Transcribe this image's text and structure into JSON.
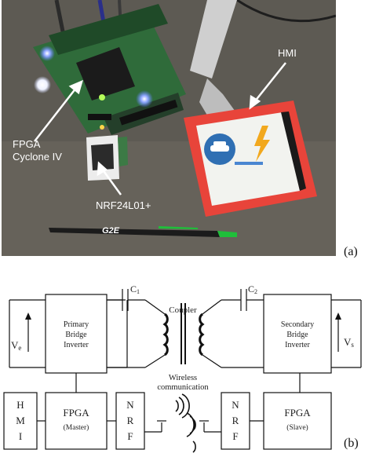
{
  "panel_a": {
    "label": "(a)",
    "annotations": {
      "fpga": [
        "FPGA",
        "Cyclone IV"
      ],
      "nrf": "NRF24L01+",
      "hmi": "HMI",
      "pen_logo": "G2E"
    }
  },
  "panel_b": {
    "label": "(b)",
    "capacitor_1": "C",
    "capacitor_1_sub": "1",
    "capacitor_2": "C",
    "capacitor_2_sub": "2",
    "coupler": "Coupler",
    "primary_inverter": [
      "Primary",
      "Bridge",
      "Inverter"
    ],
    "secondary_inverter": [
      "Secondary",
      "Bridge",
      "Inverter"
    ],
    "voltage_e": "V",
    "voltage_e_sub": "e",
    "voltage_s": "V",
    "voltage_s_sub": "s",
    "wireless": [
      "Wireless",
      "communication"
    ],
    "hmi_letters": [
      "H",
      "M",
      "I"
    ],
    "fpga_master": [
      "FPGA",
      "(Master)"
    ],
    "nrf_left": [
      "N",
      "R",
      "F"
    ],
    "nrf_right": [
      "N",
      "R",
      "F"
    ],
    "fpga_slave": [
      "FPGA",
      "(Slave)"
    ]
  },
  "colors": {
    "hmi_frame": "#e8443a",
    "board_green": "#2f6b3a",
    "led_blue": "#5a7cff",
    "pen_green": "#1fbf3a"
  }
}
